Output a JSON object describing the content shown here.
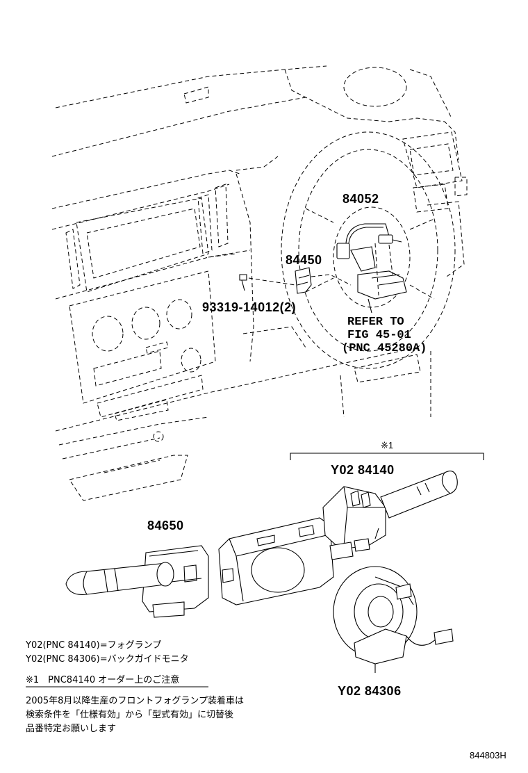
{
  "labels": {
    "p84052": "84052",
    "p84450": "84450",
    "p93319": "93319-14012(2)",
    "refer1": "REFER TO",
    "refer2": "FIG 45-01",
    "refer3": "(PNC 45280A)",
    "mark1": "※1",
    "y84140": "Y02 84140",
    "p84650": "84650",
    "y84306": "Y02 84306",
    "figno": "844803H"
  },
  "notes": {
    "line1": "Y02(PNC 84140)=フォグランプ",
    "line2": "Y02(PNC 84306)=バックガイドモニタ",
    "heading": "※1　PNC84140 オーダー上のご注意",
    "body1": "2005年8月以降生産のフロントフォグランプ装着車は",
    "body2": "検索条件を「仕様有効」から「型式有効」に切替後",
    "body3": "品番特定お願いします"
  }
}
